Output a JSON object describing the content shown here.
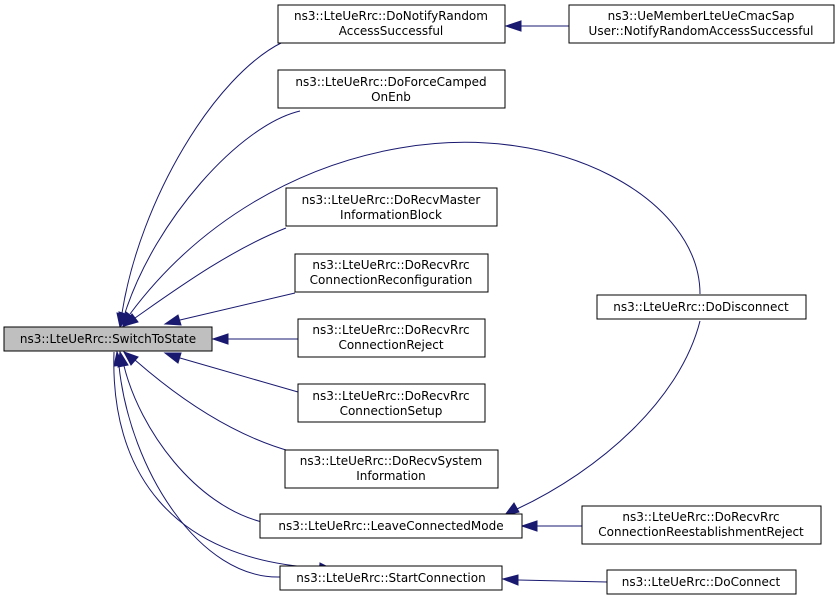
{
  "graph": {
    "nodes": {
      "switch": {
        "lines": [
          "ns3::LteUeRrc::SwitchToState"
        ],
        "current": true
      },
      "notify": {
        "lines": [
          "ns3::LteUeRrc::DoNotifyRandom",
          "AccessSuccessful"
        ]
      },
      "cmac": {
        "lines": [
          "ns3::UeMemberLteUeCmacSap",
          "User::NotifyRandomAccessSuccessful"
        ]
      },
      "force": {
        "lines": [
          "ns3::LteUeRrc::DoForceCamped",
          "OnEnb"
        ]
      },
      "master": {
        "lines": [
          "ns3::LteUeRrc::DoRecvMaster",
          "InformationBlock"
        ]
      },
      "reconfig": {
        "lines": [
          "ns3::LteUeRrc::DoRecvRrc",
          "ConnectionReconfiguration"
        ]
      },
      "reject": {
        "lines": [
          "ns3::LteUeRrc::DoRecvRrc",
          "ConnectionReject"
        ]
      },
      "setup": {
        "lines": [
          "ns3::LteUeRrc::DoRecvRrc",
          "ConnectionSetup"
        ]
      },
      "sysinfo": {
        "lines": [
          "ns3::LteUeRrc::DoRecvSystem",
          "Information"
        ]
      },
      "leave": {
        "lines": [
          "ns3::LteUeRrc::LeaveConnectedMode"
        ]
      },
      "reestab": {
        "lines": [
          "ns3::LteUeRrc::DoRecvRrc",
          "ConnectionReestablishmentReject"
        ]
      },
      "start": {
        "lines": [
          "ns3::LteUeRrc::StartConnection"
        ]
      },
      "disconnect": {
        "lines": [
          "ns3::LteUeRrc::DoDisconnect"
        ]
      },
      "connect": {
        "lines": [
          "ns3::LteUeRrc::DoConnect"
        ]
      }
    },
    "edges": [
      {
        "from": "notify",
        "to": "switch"
      },
      {
        "from": "cmac",
        "to": "notify"
      },
      {
        "from": "force",
        "to": "switch"
      },
      {
        "from": "disconnect",
        "to": "switch"
      },
      {
        "from": "master",
        "to": "switch"
      },
      {
        "from": "reconfig",
        "to": "switch"
      },
      {
        "from": "reject",
        "to": "switch"
      },
      {
        "from": "setup",
        "to": "switch"
      },
      {
        "from": "sysinfo",
        "to": "switch"
      },
      {
        "from": "leave",
        "to": "switch"
      },
      {
        "from": "start",
        "to": "switch"
      },
      {
        "from": "disconnect",
        "to": "leave"
      },
      {
        "from": "reestab",
        "to": "leave"
      },
      {
        "from": "connect",
        "to": "start"
      },
      {
        "from": "switch",
        "to": "start"
      }
    ]
  }
}
